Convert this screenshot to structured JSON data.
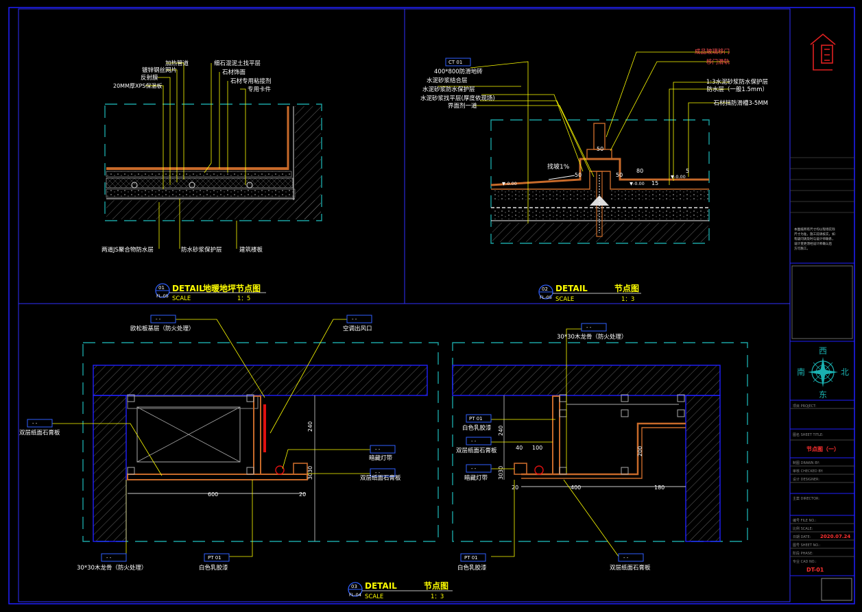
{
  "panels": {
    "d1": {
      "num": "01",
      "ref": "FL-05",
      "title_prefix": "DETAIL",
      "title": "地暖地坪节点图",
      "scale_label": "SCALE",
      "scale": "1：5",
      "labels_top": [
        "加热管道",
        "镀锌钢丝网片",
        "反射膜",
        "20MM厚XPS保温板",
        "细石混泥土找平层",
        "石材饰面",
        "石材专用粘接剂",
        "专用卡件"
      ],
      "labels_bottom": [
        "两道JS聚合物防水层",
        "防水砂浆保护层",
        "建筑楼板"
      ]
    },
    "d2": {
      "num": "02",
      "ref": "FL-05",
      "title_prefix": "DETAIL",
      "title": "节点图",
      "scale_label": "SCALE",
      "scale": "1：3",
      "tag": "CT 01",
      "labels_left": [
        "400*800防滑地砖",
        "水泥砂浆结合层",
        "水泥砂浆防水保护层",
        "水泥砂浆找平层(厚度依现场)",
        "界面剂一道"
      ],
      "labels_right": [
        "成品玻璃移门",
        "移门滑轨",
        "1:3水泥砂浆防水保护层",
        "防水层（一般1.5mm）",
        "石材挡防滑槽3-5MM"
      ],
      "slope": "找坡1%",
      "dims": [
        "50",
        "50",
        "80",
        "50",
        "15",
        "5"
      ],
      "levels": [
        "▼-0.00",
        "▼-0.00",
        "▼-0.00"
      ]
    },
    "d3": {
      "num": "03",
      "ref": "FL-04",
      "title_prefix": "DETAIL",
      "title": "节点图",
      "scale_label": "SCALE",
      "scale": "1：3",
      "tag_blank": "- -",
      "tag_pt": "PT 01",
      "left": {
        "labels": [
          "欧松板基层（防火处理）",
          "空调出风口",
          "双层纸面石膏板",
          "暗藏灯带",
          "双层纸面石膏板",
          "30*30木龙骨（防火处理）",
          "白色乳胶漆"
        ],
        "dims": [
          "600",
          "20",
          "240",
          "30",
          "30"
        ]
      },
      "right": {
        "labels": [
          "30*30木龙骨（防火处理）",
          "白色乳胶漆",
          "双层纸面石膏板",
          "暗藏灯带",
          "白色乳胶漆",
          "双层纸面石膏板"
        ],
        "dims": [
          "40",
          "100",
          "240",
          "30",
          "30",
          "20",
          "400",
          "180",
          "200"
        ]
      }
    }
  },
  "title_block": {
    "compass": {
      "n": "西",
      "s": "东",
      "w": "南",
      "e": "北"
    },
    "notes": "本图纸所有尺寸均以现场实际尺寸为准，施工前请核实，如有疑问请及时与设计师联系，设计变更须经设计师确认后方可施工。",
    "rows": [
      "项目 PROJECT:",
      "图名 SHEET TITLE:",
      "制图 DRAWN BY:",
      "审核 CHECKED BY:",
      "设计 DESIGNER:",
      "主案 DIRECTOR:",
      "编号 FILE NO.:",
      "比例 SCALE:",
      "日期 DATE:",
      "图号 SHEET NO.:",
      "阶段 PHASE:",
      "专业 CAD NO.:"
    ],
    "sheet_title": "节点图（一）",
    "date": "2020.07.24",
    "sheet_no": "DT-01"
  }
}
